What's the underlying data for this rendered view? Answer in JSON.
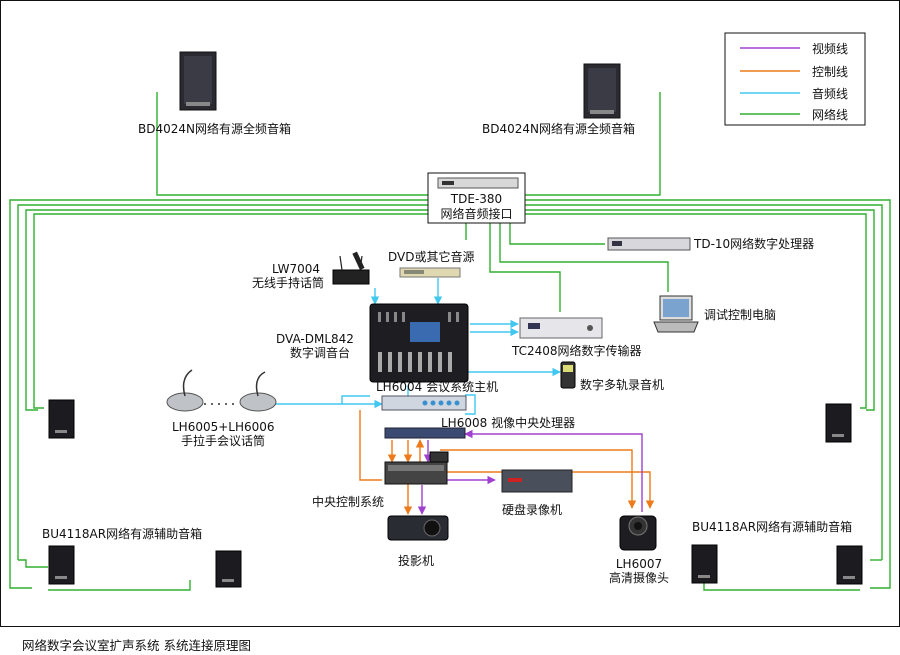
{
  "caption": "网络数字会议室扩声系统   系统连接原理图",
  "legend": {
    "items": [
      {
        "label": "视频线",
        "color": "#a040d0"
      },
      {
        "label": "控制线",
        "color": "#ee7a1a"
      },
      {
        "label": "音频线",
        "color": "#40c8f0"
      },
      {
        "label": "网络线",
        "color": "#30b030"
      }
    ]
  },
  "devices": {
    "speaker_left_top": "BD4024N网络有源全频音箱",
    "speaker_right_top": "BD4024N网络有源全频音箱",
    "tde_model": "TDE-380",
    "tde_name": "网络音频接口",
    "td10": "TD-10网络数字处理器",
    "lw7004_model": "LW7004",
    "lw7004_name": "无线手持话筒",
    "dvd": "DVD或其它音源",
    "dva_model": "DVA-DML842",
    "dva_name": "数字调音台",
    "tc2408": "TC2408网络数字传输器",
    "debug_pc": "调试控制电脑",
    "lh6004": "LH6004 会议系统主机",
    "recorder": "数字多轨录音机",
    "lh6005_model": "LH6005+LH6006",
    "lh6005_name": "手拉手会议话筒",
    "lh6008": "LH6008 视像中央处理器",
    "central_control": "中央控制系统",
    "hdd_recorder": "硬盘录像机",
    "projector": "投影机",
    "camera_model": "LH6007",
    "camera_name": "高清摄像头",
    "bu_left": "BU4118AR网络有源辅助音箱",
    "bu_right": "BU4118AR网络有源辅助音箱"
  }
}
